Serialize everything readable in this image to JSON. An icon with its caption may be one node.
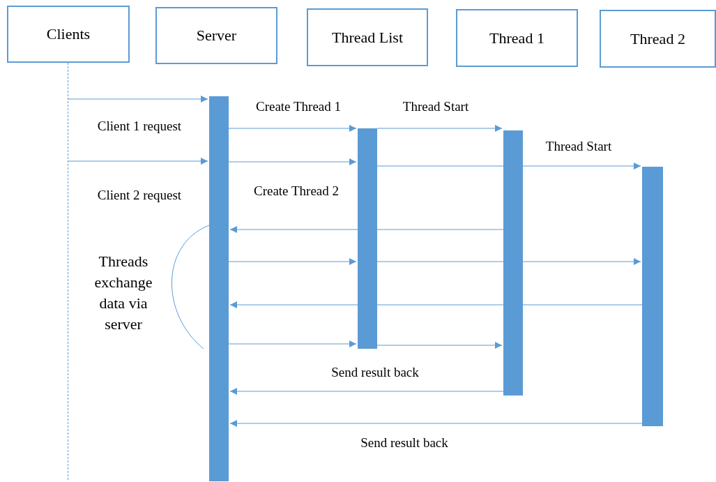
{
  "diagram": {
    "nodes": [
      {
        "text": [
          "Clients"
        ]
      },
      {
        "text": [
          "Server"
        ]
      },
      {
        "text": [
          "Thread List"
        ]
      },
      {
        "text": [
          "Thread 1"
        ]
      },
      {
        "text": [
          "Thread 2"
        ]
      },
      {
        "text": [],
        "shape": "line"
      },
      {
        "text": [],
        "shape": "bar"
      },
      {
        "text": [],
        "shape": "bar"
      },
      {
        "text": [],
        "shape": "bar"
      },
      {
        "text": [],
        "shape": "bar"
      }
    ],
    "edges": [
      {
        "from": 5,
        "to": 6,
        "arrow": "to",
        "label": "Client 1 request"
      },
      {
        "from": 6,
        "to": 7,
        "arrow": "to",
        "label": "Create Thread 1"
      },
      {
        "from": 7,
        "to": 8,
        "arrow": "to",
        "label": "Thread Start"
      },
      {
        "from": 5,
        "to": 6,
        "arrow": "to",
        "label": "Client 2 request"
      },
      {
        "from": 6,
        "to": 7,
        "arrow": "to",
        "label": "Create Thread 2"
      },
      {
        "from": 7,
        "to": 8,
        "arrow": "none"
      },
      {
        "from": 8,
        "to": 9,
        "arrow": "to",
        "label": "Thread Start"
      },
      {
        "from": 8,
        "to": 7,
        "arrow": "none"
      },
      {
        "from": 7,
        "to": 6,
        "arrow": "to"
      },
      {
        "from": 6,
        "to": 7,
        "arrow": "to"
      },
      {
        "from": 7,
        "to": 8,
        "arrow": "none"
      },
      {
        "from": 8,
        "to": 9,
        "arrow": "to"
      },
      {
        "from": 9,
        "to": 8,
        "arrow": "none"
      },
      {
        "from": 8,
        "to": 7,
        "arrow": "none"
      },
      {
        "from": 7,
        "to": 6,
        "arrow": "to"
      },
      {
        "from": 6,
        "to": 7,
        "arrow": "to"
      },
      {
        "from": 7,
        "to": 8,
        "arrow": "to"
      },
      {
        "from": 8,
        "to": 6,
        "arrow": "to",
        "label": "Send result back"
      },
      {
        "from": 9,
        "to": 6,
        "arrow": "to",
        "label": "Send result back"
      }
    ],
    "labels": [
      "Threads exchange data via server"
    ]
  }
}
